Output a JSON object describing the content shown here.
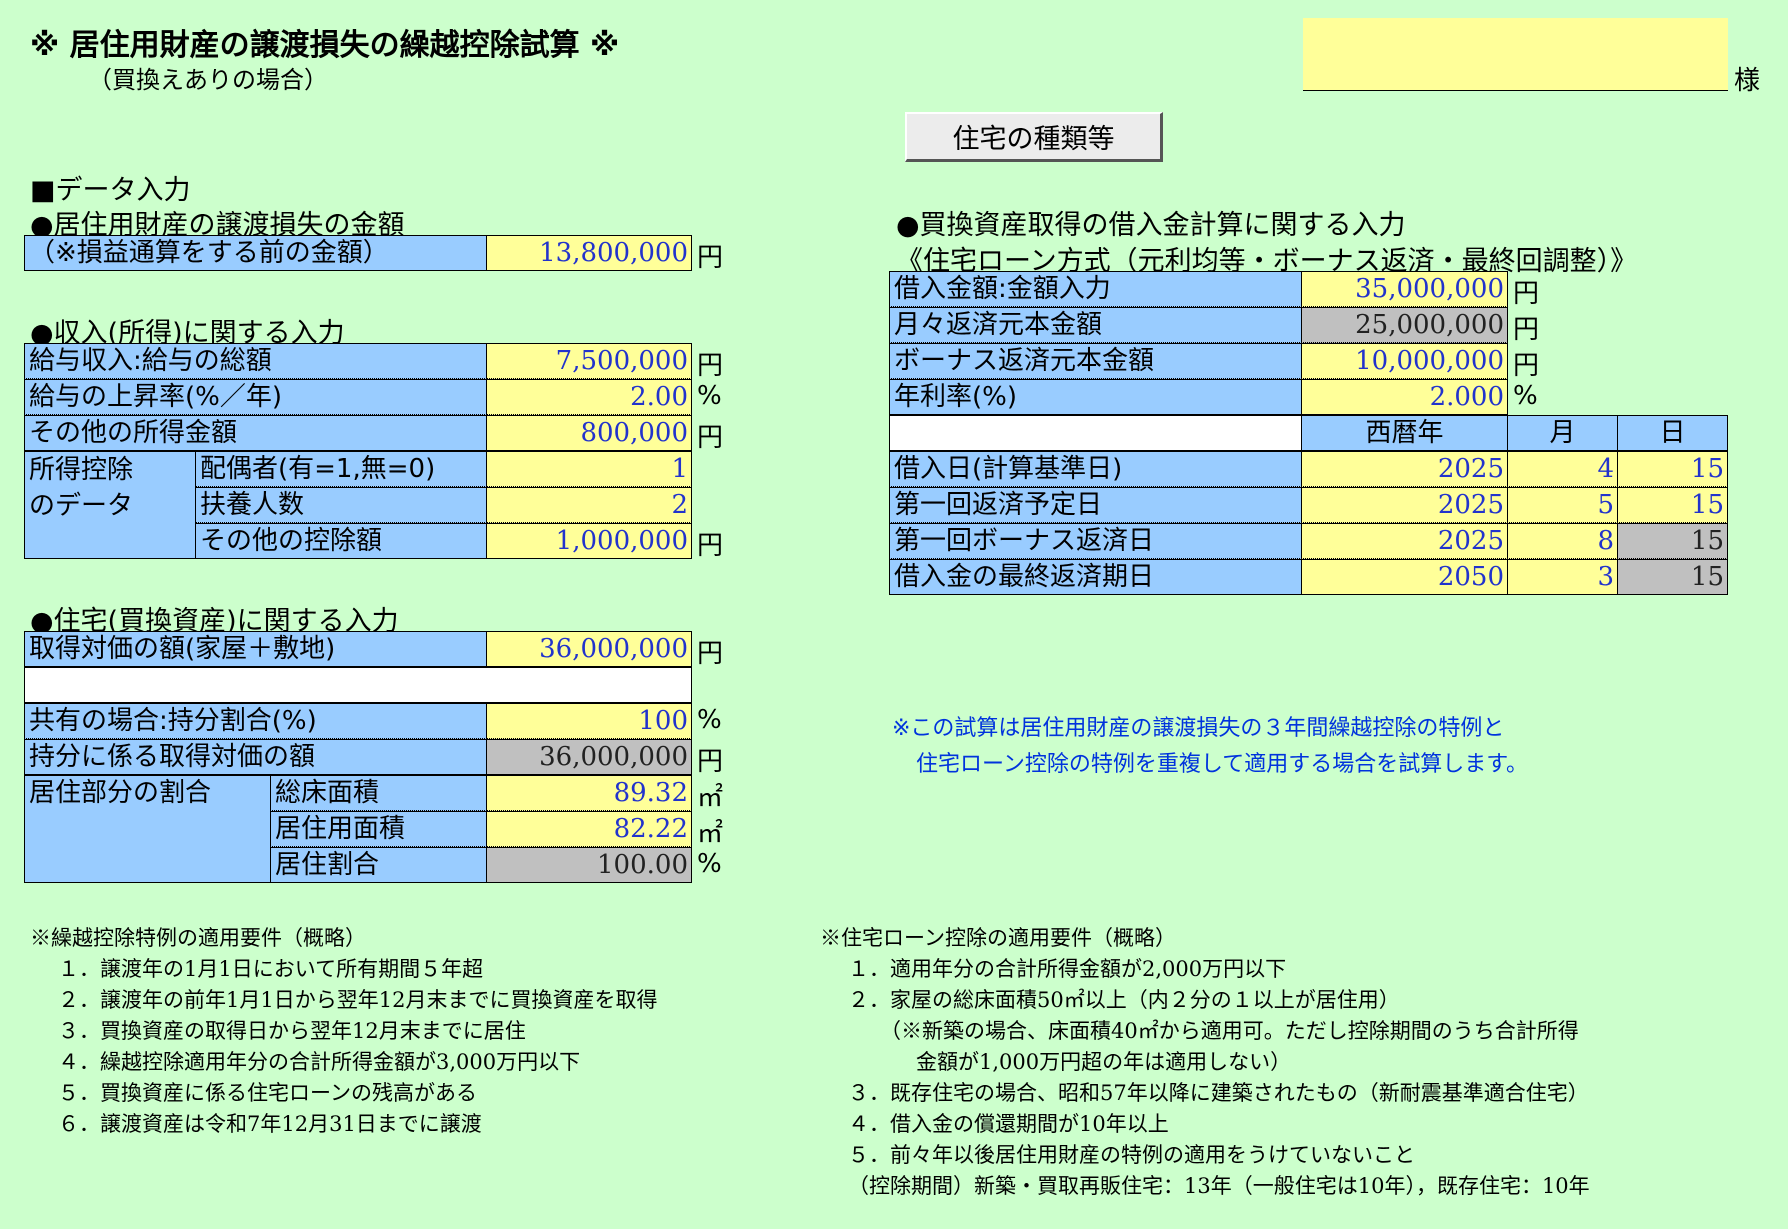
{
  "header": {
    "title": "※ 居住用財産の譲渡損失の繰越控除試算 ※",
    "subtitle": "（買換えありの場合）",
    "name_value": "",
    "sama": "様",
    "button_label": "住宅の種類等"
  },
  "left": {
    "section_label": "■データ入力",
    "loss_heading": "●居住用財産の譲渡損失の金額",
    "loss_label": "（※損益通算をする前の金額）",
    "loss_value": "13,800,000",
    "income_heading": "●収入(所得)に関する入力",
    "salary_label": "給与収入:給与の総額",
    "salary_value": "7,500,000",
    "raise_label": "給与の上昇率(%／年)",
    "raise_value": "2.00",
    "other_income_label": "その他の所得金額",
    "other_income_value": "800,000",
    "deduction_label_1": "所得控除",
    "deduction_label_2": "のデータ",
    "spouse_label": "配偶者(有=1,無=0)",
    "spouse_value": "1",
    "dependents_label": "扶養人数",
    "dependents_value": "2",
    "other_ded_label": "その他の控除額",
    "other_ded_value": "1,000,000",
    "house_heading": "●住宅(買換資産)に関する入力",
    "acq_label": "取得対価の額(家屋＋敷地)",
    "acq_value": "36,000,000",
    "share_label": "共有の場合:持分割合(%)",
    "share_value": "100",
    "share_acq_label": "持分に係る取得対価の額",
    "share_acq_value": "36,000,000",
    "residence_label": "居住部分の割合",
    "floor_label": "総床面積",
    "floor_value": "89.32",
    "res_floor_label": "居住用面積",
    "res_floor_value": "82.22",
    "res_ratio_label": "居住割合",
    "res_ratio_value": "100.00"
  },
  "units": {
    "yen": "円",
    "percent": "%",
    "sqm": "㎡"
  },
  "right": {
    "loan_heading": "●買換資産取得の借入金計算に関する入力",
    "loan_method": "《住宅ローン方式（元利均等・ボーナス返済・最終回調整）》",
    "loan_amount_label": "借入金額:金額入力",
    "loan_amount_value": "35,000,000",
    "monthly_principal_label": "月々返済元本金額",
    "monthly_principal_value": "25,000,000",
    "bonus_principal_label": "ボーナス返済元本金額",
    "bonus_principal_value": "10,000,000",
    "rate_label": "年利率(%)",
    "rate_value": "2.000",
    "col_year": "西暦年",
    "col_month": "月",
    "col_day": "日",
    "dates": [
      {
        "label": "借入日(計算基準日)",
        "year": "2025",
        "month": "4",
        "day": "15"
      },
      {
        "label": "第一回返済予定日",
        "year": "2025",
        "month": "5",
        "day": "15"
      },
      {
        "label": "第一回ボーナス返済日",
        "year": "2025",
        "month": "8",
        "day": "15"
      },
      {
        "label": "借入金の最終返済期日",
        "year": "2050",
        "month": "3",
        "day": "15"
      }
    ],
    "note_1": "※この試算は居住用財産の譲渡損失の３年間繰越控除の特例と",
    "note_2": "住宅ローン控除の特例を重複して適用する場合を試算します。"
  },
  "req_left": {
    "heading": "※繰越控除特例の適用要件（概略）",
    "items": [
      "１．譲渡年の1月1日において所有期間５年超",
      "２．譲渡年の前年1月1日から翌年12月末までに買換資産を取得",
      "３．買換資産の取得日から翌年12月末までに居住",
      "４．繰越控除適用年分の合計所得金額が3,000万円以下",
      "５．買換資産に係る住宅ローンの残高がある",
      "６．譲渡資産は令和7年12月31日までに譲渡"
    ]
  },
  "req_right": {
    "heading": "※住宅ローン控除の適用要件（概略）",
    "lines": [
      "１．適用年分の合計所得金額が2,000万円以下",
      "２．家屋の総床面積50㎡以上（内２分の１以上が居住用）",
      "（※新築の場合、床面積40㎡から適用可。ただし控除期間のうち合計所得",
      "金額が1,000万円超の年は適用しない）",
      "３．既存住宅の場合、昭和57年以降に建築されたもの（新耐震基準適合住宅）",
      "４．借入金の償還期間が10年以上",
      "５．前々年以後居住用財産の特例の適用をうけていないこと",
      "（控除期間）新築・買取再販住宅：13年（一般住宅は10年），既存住宅：10年"
    ]
  }
}
